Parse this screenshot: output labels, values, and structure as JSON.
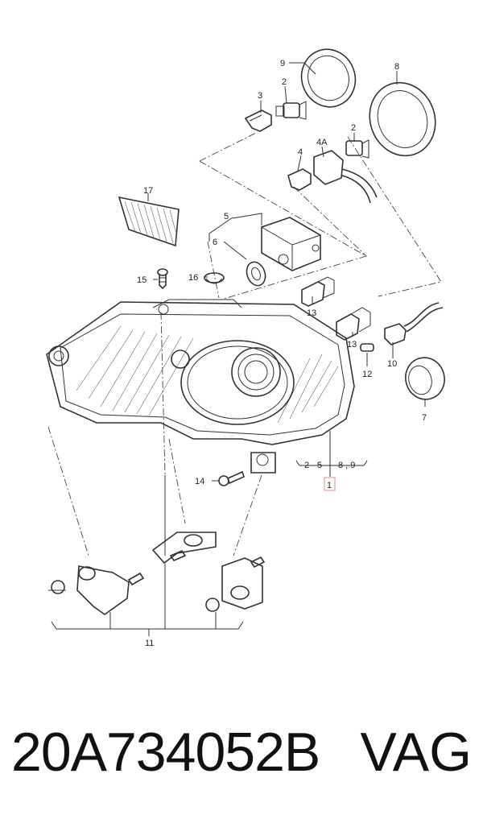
{
  "callouts": {
    "c17": "17",
    "c9": "9",
    "c8": "8",
    "c2a": "2",
    "c3": "3",
    "c2b": "2",
    "c4A": "4A",
    "c4": "4",
    "c5": "5",
    "c6": "6",
    "c16": "16",
    "c15": "15",
    "c13a": "13",
    "c13b": "13",
    "c12": "12",
    "c10": "10",
    "c7": "7",
    "c14": "14",
    "range_left": "2 - 5",
    "range_right": "8 , 9",
    "c1": "1",
    "c11": "11"
  },
  "footer": {
    "part_number": "20A734052B",
    "brand": "VAG"
  },
  "colors": {
    "line": "#333333",
    "highlight_box": "#e8a0a0"
  }
}
